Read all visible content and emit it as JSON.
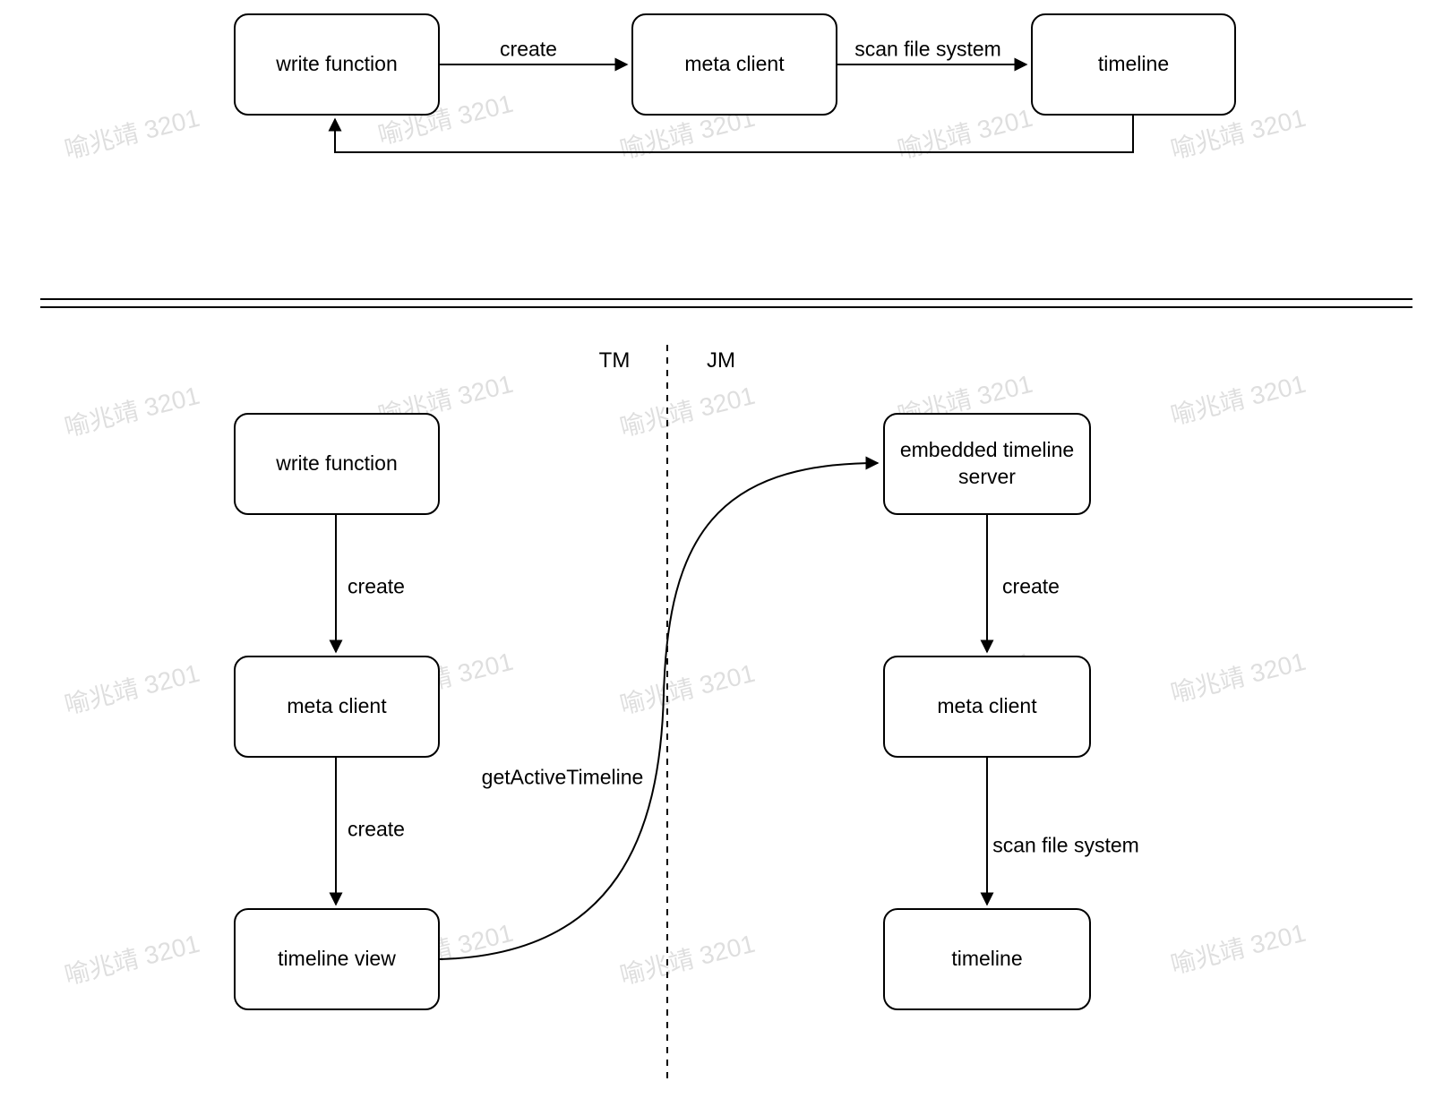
{
  "watermark": {
    "text": "喻兆靖 3201"
  },
  "top": {
    "write_function": "write function",
    "meta_client": "meta client",
    "timeline": "timeline",
    "create": "create",
    "scan_file_system": "scan file system"
  },
  "bottom": {
    "lane_tm": "TM",
    "lane_jm": "JM",
    "tm": {
      "write_function": "write function",
      "create_1": "create",
      "meta_client": "meta client",
      "create_2": "create",
      "timeline_view": "timeline view"
    },
    "jm": {
      "embedded_timeline_server": "embedded timeline server",
      "create": "create",
      "meta_client": "meta client",
      "scan_file_system": "scan file system",
      "timeline": "timeline"
    },
    "get_active_timeline": "getActiveTimeline"
  }
}
